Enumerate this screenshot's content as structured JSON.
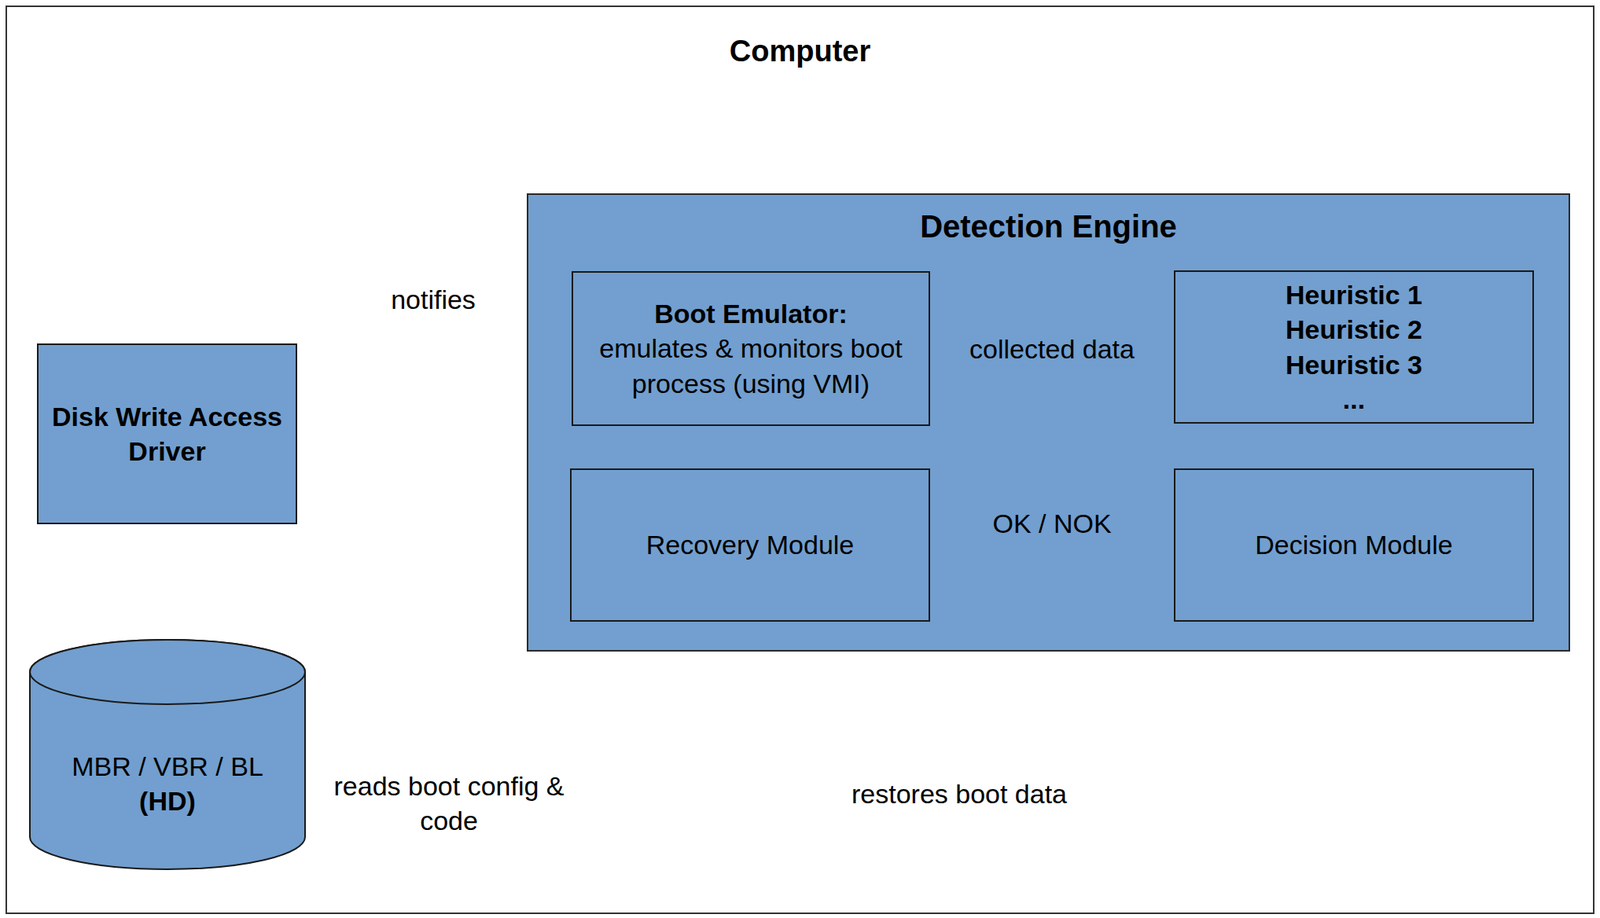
{
  "diagram": {
    "nodes": [
      {
        "text": [
          "Computer"
        ]
      },
      {
        "text": [
          "Detection Engine"
        ],
        "in": 0
      },
      {
        "text": [
          "Boot Emulator:",
          "emulates & monitors boot process (using VMI)"
        ],
        "in": 1
      },
      {
        "text": [
          "Heuristic 1",
          "Heuristic 2",
          "Heuristic 3",
          "..."
        ],
        "in": 1
      },
      {
        "text": [
          "Disk Write Access Driver"
        ],
        "in": 0
      },
      {
        "text": [
          "Recovery Module"
        ],
        "in": 1
      },
      {
        "text": [
          "Decision Module"
        ],
        "in": 1
      },
      {
        "text": [
          "MBR / VBR / BL",
          "(HD)"
        ],
        "in": 0
      }
    ],
    "edges": [
      {
        "from": 4,
        "to": 7,
        "arrow": "to"
      },
      {
        "from": 4,
        "to": 2,
        "label": "notifies",
        "arrow": "to"
      },
      {
        "from": 2,
        "to": 7,
        "label": "reads boot config & code",
        "arrow": "to"
      },
      {
        "from": 2,
        "to": 3,
        "label": "collected data",
        "arrow": "to"
      },
      {
        "from": 3,
        "to": 6,
        "arrow": "to"
      },
      {
        "from": 6,
        "to": 5,
        "label": "OK / NOK",
        "arrow": "to"
      },
      {
        "from": 5,
        "to": 7,
        "label": "restores boot data",
        "arrow": "to"
      }
    ]
  }
}
